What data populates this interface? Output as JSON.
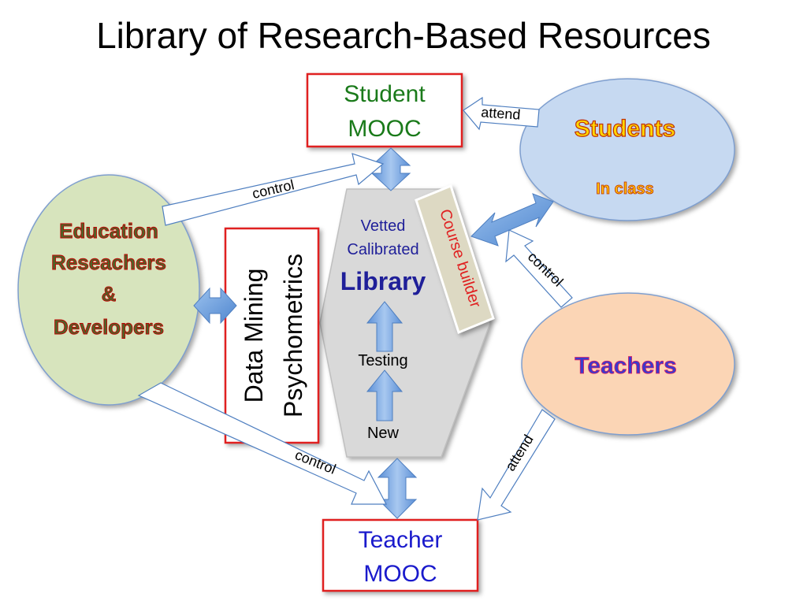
{
  "title": "Library of Research-Based Resources",
  "student_mooc": {
    "line1": "Student",
    "line2": "MOOC"
  },
  "teacher_mooc": {
    "line1": "Teacher",
    "line2": "MOOC"
  },
  "students": {
    "label": "Students",
    "sublabel": "In class"
  },
  "teachers": {
    "label": "Teachers"
  },
  "researchers": {
    "line1": "Education",
    "line2": "Reseachers",
    "line3": "&",
    "line4": "Developers"
  },
  "data_mining": {
    "line1": "Data Mining",
    "line2": "Psychometrics"
  },
  "library": {
    "line1": "Vetted",
    "line2": "Calibrated",
    "line3": "Library",
    "testing": "Testing",
    "new": "New"
  },
  "course_builder": "Course builder",
  "arrows": {
    "students_to_student_mooc": "attend",
    "researchers_to_student_mooc": "control",
    "researchers_to_teacher_mooc": "control",
    "teachers_to_library": "control",
    "teachers_to_teacher_mooc": "attend"
  },
  "colors": {
    "mooc_border": "#e02020",
    "student_mooc_text": "#1a7a1a",
    "teacher_mooc_text": "#1a1acc",
    "students_fill": "#c6d9f1",
    "teachers_fill": "#fbd5b5",
    "researchers_fill": "#d7e4bd",
    "library_fill": "#d9d9d9",
    "library_text": "#1f1f99",
    "blue_arrow": "#6fa0dc",
    "course_builder_fill": "#ddd9c3",
    "course_builder_text": "#e02020"
  }
}
